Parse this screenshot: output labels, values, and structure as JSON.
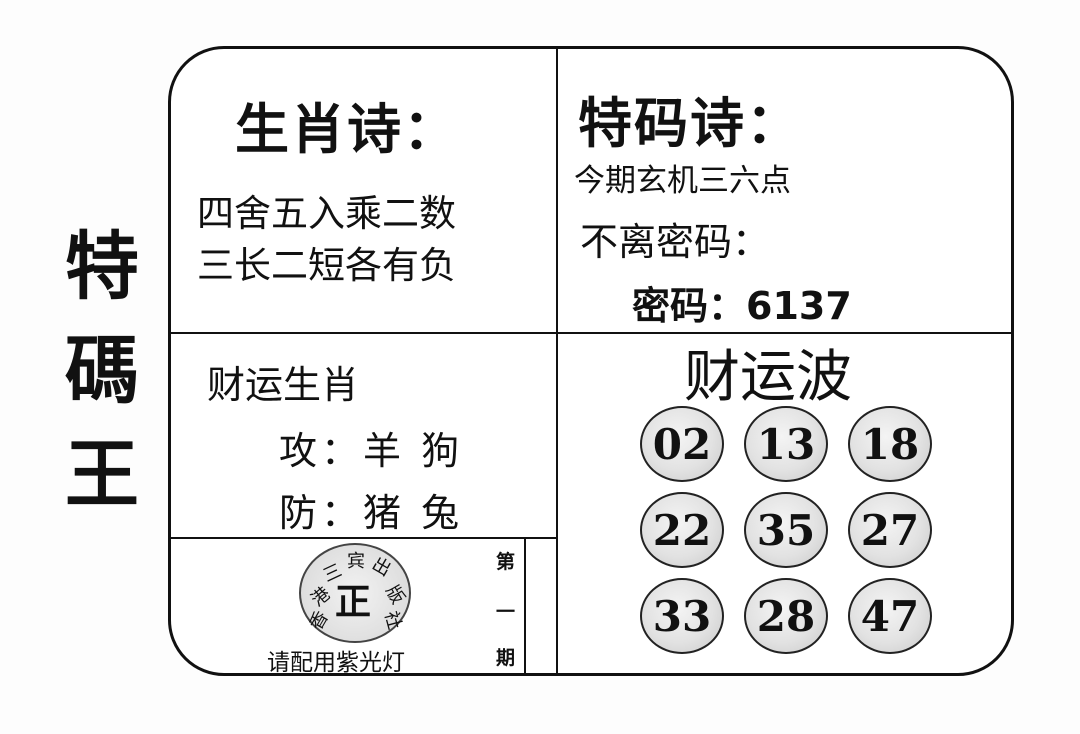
{
  "side_title": [
    "特",
    "碼",
    "王"
  ],
  "zodiac_poem": {
    "heading": "生肖诗：",
    "lines": [
      "四舍五入乘二数",
      "三长二短各有负"
    ]
  },
  "special_poem": {
    "heading": "特码诗：",
    "line1": "今期玄机三六点",
    "line2": "不离密码：",
    "code_label": "密码：6137"
  },
  "fortune_zodiac": {
    "heading": "财运生肖",
    "attack": "攻：羊 狗",
    "defend": "防：猪 兔"
  },
  "fortune_wave": {
    "heading": "财运波",
    "numbers": [
      "02",
      "13",
      "18",
      "22",
      "35",
      "27",
      "33",
      "28",
      "47"
    ]
  },
  "stamp": {
    "center": "正",
    "ring_chars": [
      "香",
      "港",
      "三",
      "宾",
      "出",
      "版",
      "社"
    ],
    "note": "请配用紫光灯"
  },
  "issue": [
    "第",
    "一",
    "期"
  ]
}
